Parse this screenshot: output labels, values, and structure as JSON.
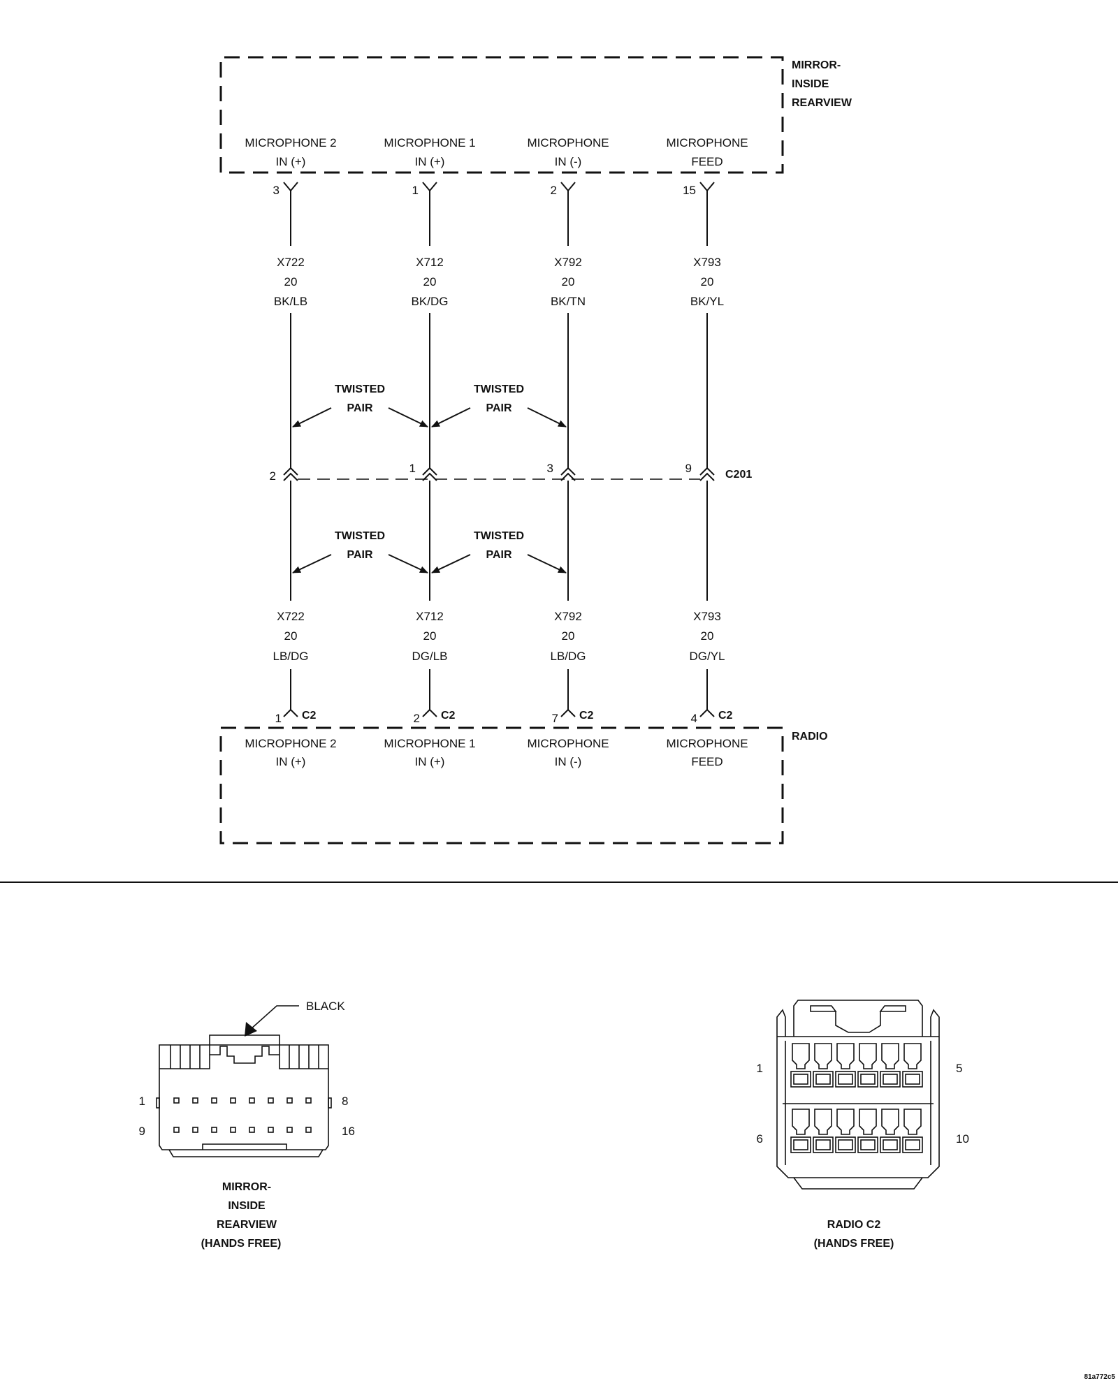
{
  "modules": {
    "mirror": {
      "title_lines": [
        "MIRROR-",
        "INSIDE",
        "REARVIEW"
      ]
    },
    "radio": {
      "title": "RADIO"
    }
  },
  "circuits": [
    {
      "pin_label": [
        "MICROPHONE 2",
        "IN (+)"
      ],
      "mirror_pin": "3",
      "upper_wire": [
        "X722",
        "20",
        "BK/LB"
      ],
      "c201_pin": "2",
      "lower_wire": [
        "X722",
        "20",
        "LB/DG"
      ],
      "radio_pin": "1",
      "radio_conn": "C2"
    },
    {
      "pin_label": [
        "MICROPHONE 1",
        "IN (+)"
      ],
      "mirror_pin": "1",
      "upper_wire": [
        "X712",
        "20",
        "BK/DG"
      ],
      "c201_pin": "1",
      "lower_wire": [
        "X712",
        "20",
        "DG/LB"
      ],
      "radio_pin": "2",
      "radio_conn": "C2"
    },
    {
      "pin_label": [
        "MICROPHONE",
        "IN (-)"
      ],
      "mirror_pin": "2",
      "upper_wire": [
        "X792",
        "20",
        "BK/TN"
      ],
      "c201_pin": "3",
      "lower_wire": [
        "X792",
        "20",
        "LB/DG"
      ],
      "radio_pin": "7",
      "radio_conn": "C2"
    },
    {
      "pin_label": [
        "MICROPHONE",
        "FEED"
      ],
      "mirror_pin": "15",
      "upper_wire": [
        "X793",
        "20",
        "BK/YL"
      ],
      "c201_pin": "9",
      "lower_wire": [
        "X793",
        "20",
        "DG/YL"
      ],
      "radio_pin": "4",
      "radio_conn": "C2"
    }
  ],
  "twisted_pair_label": [
    "TWISTED",
    "PAIR"
  ],
  "inline_connector": "C201",
  "connector_views": {
    "mirror": {
      "color_callout": "BLACK",
      "pin_numbers": {
        "top_left": "1",
        "top_right": "8",
        "bottom_left": "9",
        "bottom_right": "16"
      },
      "caption": [
        "MIRROR-",
        "INSIDE",
        "REARVIEW",
        "(HANDS FREE)"
      ]
    },
    "radio": {
      "pin_numbers": {
        "top_left": "1",
        "top_right": "5",
        "bottom_left": "6",
        "bottom_right": "10"
      },
      "caption": [
        "RADIO C2",
        "(HANDS FREE)"
      ]
    }
  },
  "figure_id": "81a772c5"
}
